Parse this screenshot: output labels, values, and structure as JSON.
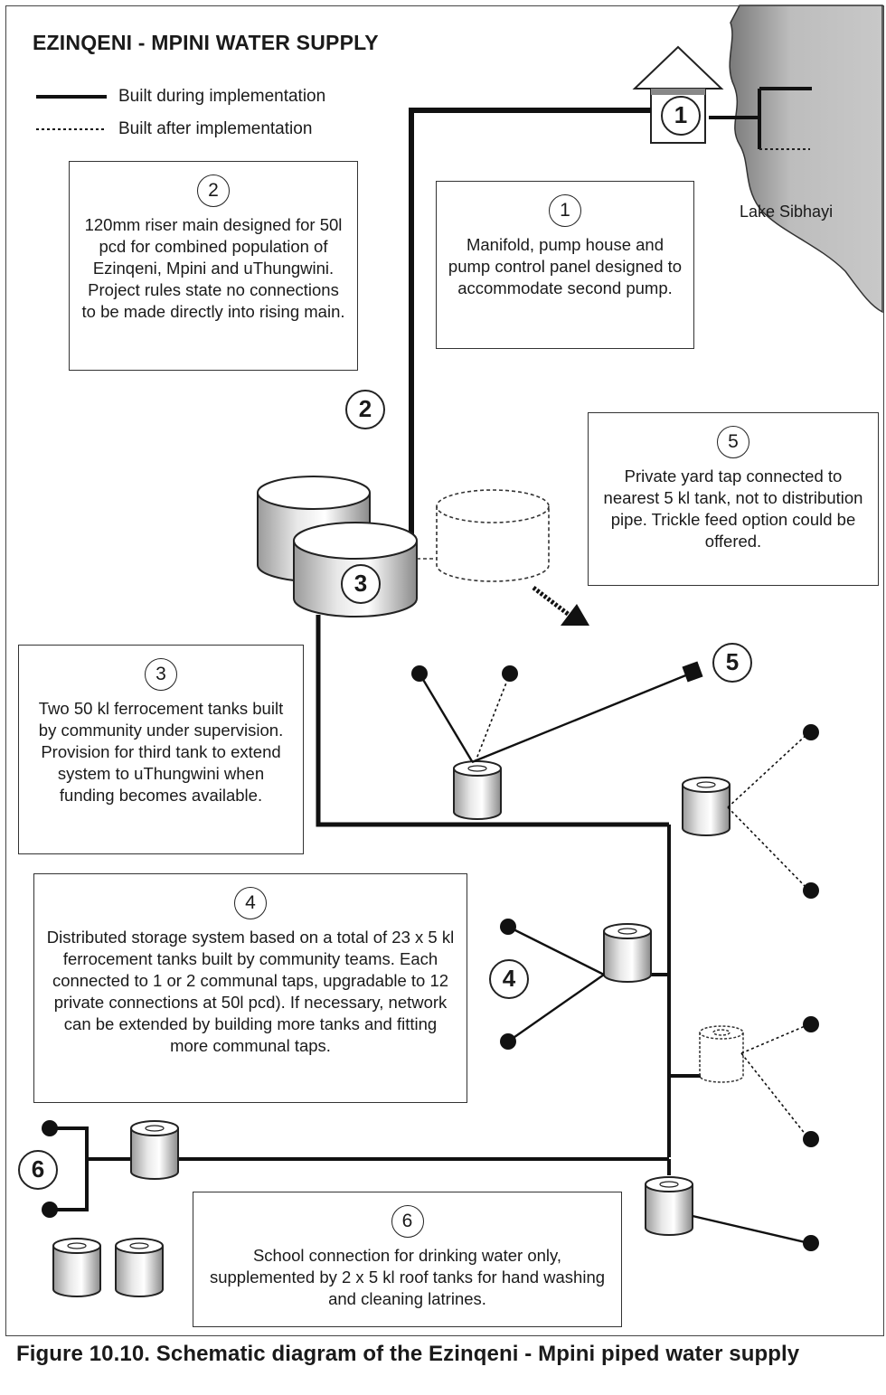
{
  "title": "EZINQENI - MPINI WATER SUPPLY",
  "legend": {
    "solid_label": "Built during implementation",
    "dotted_label": "Built after implementation"
  },
  "lake_label": "Lake Sibhayi",
  "boxes": {
    "b1": {
      "num": "1",
      "text": "Manifold, pump house and pump control panel designed to accommodate second pump."
    },
    "b2": {
      "num": "2",
      "text": "120mm riser main designed for 50l pcd for combined population of Ezinqeni, Mpini and uThungwini. Project rules state no connections to be made directly into rising main."
    },
    "b3": {
      "num": "3",
      "text": "Two 50 kl ferrocement tanks built by community under supervision. Provision for third tank to extend system to uThungwini when funding becomes available."
    },
    "b4": {
      "num": "4",
      "text": "Distributed storage system based on a total of 23 x 5 kl ferrocement tanks built by community teams. Each connected to 1 or 2 communal taps, upgradable to 12 private connections at 50l pcd). If necessary, network can be extended by building more tanks and fitting more communal taps."
    },
    "b5": {
      "num": "5",
      "text": "Private yard tap connected to nearest 5 kl tank, not to distribution pipe. Trickle feed option could be offered."
    },
    "b6": {
      "num": "6",
      "text": "School connection for drinking water only, supplemented by 2 x 5 kl roof tanks for hand washing and cleaning latrines."
    }
  },
  "callouts": {
    "c1": "1",
    "c2": "2",
    "c3": "3",
    "c4": "4",
    "c5": "5",
    "c6": "6"
  },
  "caption": "Figure 10.10. Schematic diagram of the Ezinqeni - Mpini piped water supply"
}
